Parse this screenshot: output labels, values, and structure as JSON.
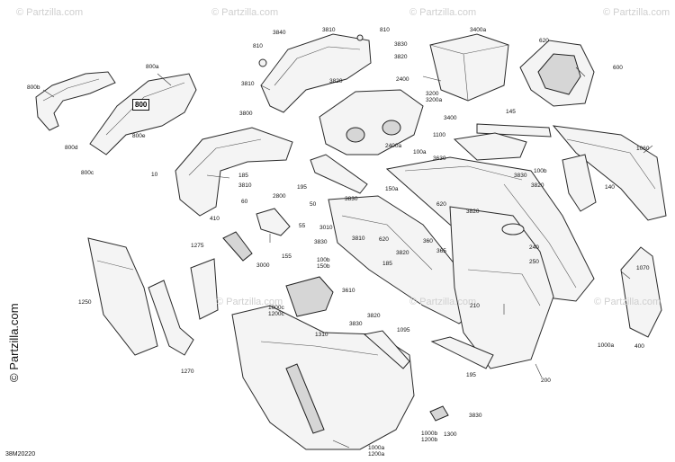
{
  "diagram": {
    "code": "38M20220",
    "side_watermark": "© Partzilla.com",
    "watermark": "© Partzilla.com",
    "boxed_label": "800",
    "labels": [
      "3840",
      "3810",
      "810",
      "810",
      "3830",
      "3820",
      "3810",
      "3820",
      "3800",
      "2400",
      "3400a",
      "3200",
      "3200a",
      "3400",
      "620",
      "600",
      "800a",
      "800b",
      "800d",
      "800c",
      "800e",
      "145",
      "1100",
      "1060",
      "2400a",
      "100a",
      "3630",
      "3830",
      "10",
      "185",
      "3810",
      "60",
      "410",
      "195",
      "2800",
      "55",
      "50",
      "3830",
      "150a",
      "100b",
      "3820",
      "140",
      "620",
      "3820",
      "3010",
      "3830",
      "620",
      "3820",
      "3810",
      "365",
      "360",
      "240",
      "250",
      "1275",
      "3000",
      "155",
      "185",
      "100b",
      "150b",
      "1070",
      "1250",
      "3610",
      "3820",
      "210",
      "1000c",
      "1200c",
      "3830",
      "1310",
      "1095",
      "1000a",
      "400",
      "195",
      "200",
      "1270",
      "3830",
      "1000b",
      "1200b",
      "1300",
      "1000a",
      "1200a"
    ]
  }
}
